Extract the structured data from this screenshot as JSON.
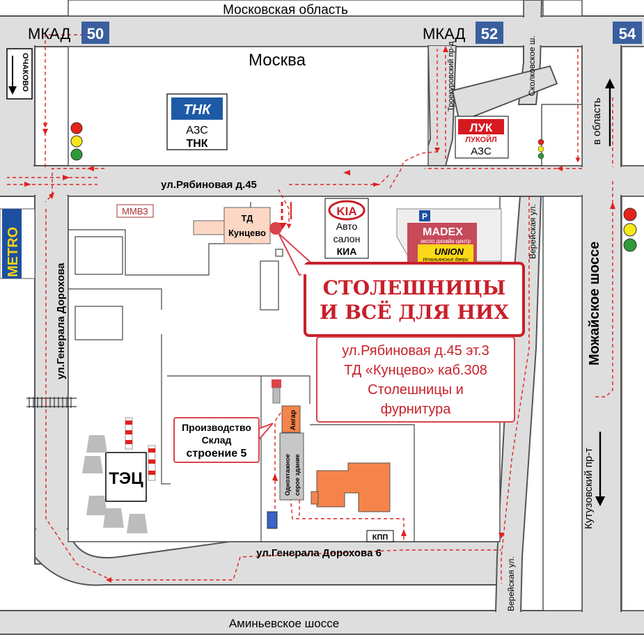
{
  "roads": {
    "moscow_region": "Московская область",
    "moscow": "Москва",
    "mkad": "МКАД",
    "km50": "50",
    "km52": "52",
    "km54": "54",
    "ochakovo": "ОЧАКОВО",
    "troekurovsky": "Троекуровский пр-д",
    "skolkovskoe": "Сколковское ш.",
    "v_oblast": "в область",
    "ryabinovaya": "ул.Рябиновая д.45",
    "vereyskaya": "Верейская ул.",
    "mozhayskoe": "Можайское шоссе",
    "kutuzovsky": "Кутузовский пр-т",
    "gen_dorokhova": "ул.Генерала Дорохова",
    "gen_dorokhova_6": "ул.Генерала Дорохова 6",
    "aminyevskoe": "Аминьевское шоссе"
  },
  "places": {
    "tnk_logo": "ТНК",
    "tnk_azs": "АЗС",
    "tnk_name": "ТНК",
    "lukoil_logo": "ЛУК",
    "lukoil_name": "ЛУКОЙЛ",
    "lukoil_azs": "АЗС",
    "kia_logo": "KIA",
    "kia_line1": "Авто",
    "kia_line2": "салон",
    "kia_line3": "КИА",
    "madex": "MADEX",
    "madex_sub": "экспо дизайн центр",
    "union": "UNION",
    "union_sub": "Итальянские двери",
    "parking": "P",
    "mmvz": "ММВЗ",
    "td_line1": "ТД",
    "td_line2": "Кунцево",
    "metro": "METRO",
    "tec": "ТЭЦ",
    "angar": "Ангар",
    "grey_line1": "Одноэтажное",
    "grey_line2": "серое здание",
    "kpp": "КПП",
    "production_line1": "Производство",
    "production_line2": "Склад",
    "production_line3": "строение 5"
  },
  "callout": {
    "title_line1": "СТОЛЕШНИЦЫ",
    "title_line2": "И ВСЁ ДЛЯ НИХ",
    "addr_line1": "ул.Рябиновая д.45 эт.3",
    "addr_line2": "ТД «Кунцево» каб.308",
    "addr_line3": "Столешницы и",
    "addr_line4": "фурнитура"
  },
  "colors": {
    "road": "#dedede",
    "road_edge": "#555555",
    "route": "#e02020",
    "callout_red": "#c8202a",
    "building_orange": "#f5844a",
    "km_blue": "#3a5f9e",
    "metro_blue": "#1c4fa0",
    "metro_yellow": "#f7d117"
  }
}
